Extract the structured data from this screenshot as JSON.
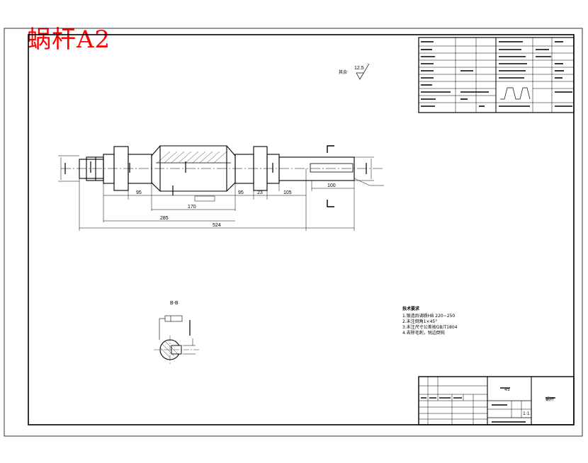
{
  "drawing": {
    "title": "蜗杆A2",
    "roughness_label": "其余",
    "roughness_value": "12.5",
    "section_label": "B-B"
  },
  "dimensions": {
    "d1": "95",
    "d2": "170",
    "d3": "285",
    "d4": "524",
    "d5": "95",
    "d6": "23",
    "d7": "105",
    "d8": "100"
  },
  "tech_requirements": {
    "heading": "技术要求",
    "lines": [
      "1.锻造后调质HB 220~250",
      "2.未注倒角1×45°",
      "3.未注尺寸公差按GB/T1804",
      "4.去除毛刺，锐边倒钝"
    ]
  },
  "title_block": {
    "part_name": "蜗杆",
    "material": "45",
    "scale": "1:1"
  }
}
